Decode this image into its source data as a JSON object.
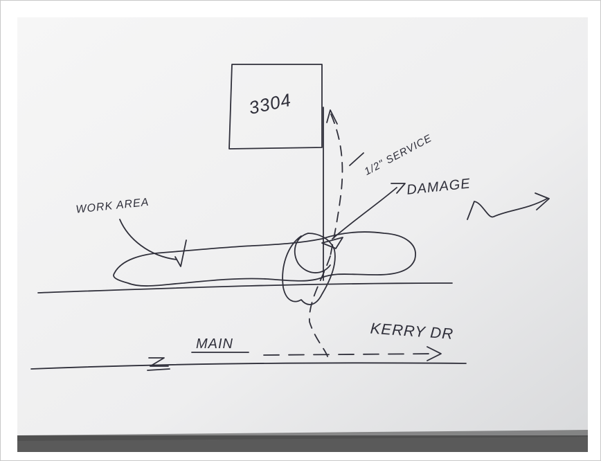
{
  "sketch": {
    "house_number": "3304",
    "service_label": "1/2\" SERVICE",
    "damage_label": "DAMAGE",
    "work_area_label": "WORK AREA",
    "main_label": "MAIN",
    "street_label": "KERRY DR"
  },
  "colors": {
    "paper": "#f1f1f1",
    "paper_shadow": "#cfd0d2",
    "ink": "#2f2f3a",
    "table_edge": "#5a5a5a"
  }
}
